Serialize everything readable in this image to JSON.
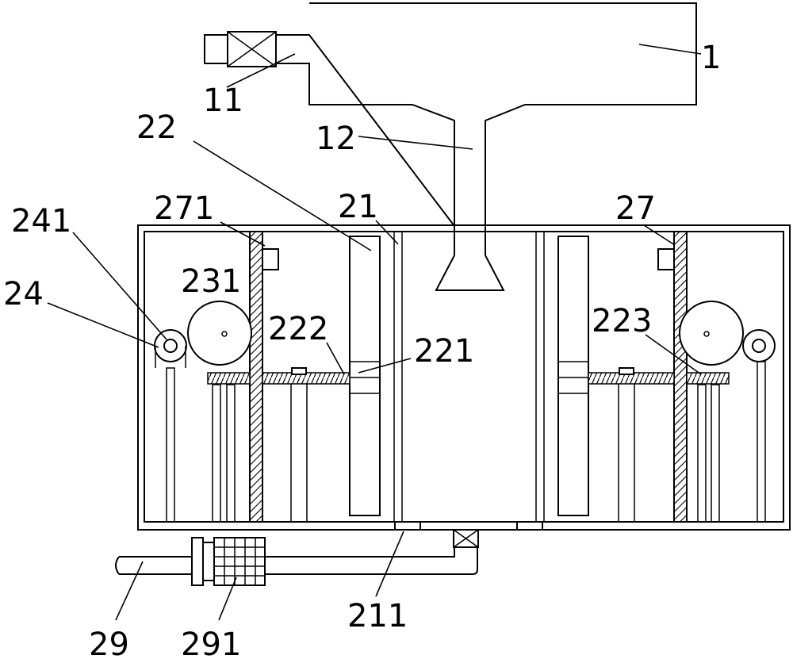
{
  "labels": {
    "l1": "1",
    "l11": "11",
    "l12": "12",
    "l22": "22",
    "l21": "21",
    "l271": "271",
    "l27": "27",
    "l241": "241",
    "l24": "24",
    "l231": "231",
    "l222": "222",
    "l221": "221",
    "l223": "223",
    "l211": "211",
    "l29": "29",
    "l291": "291"
  }
}
